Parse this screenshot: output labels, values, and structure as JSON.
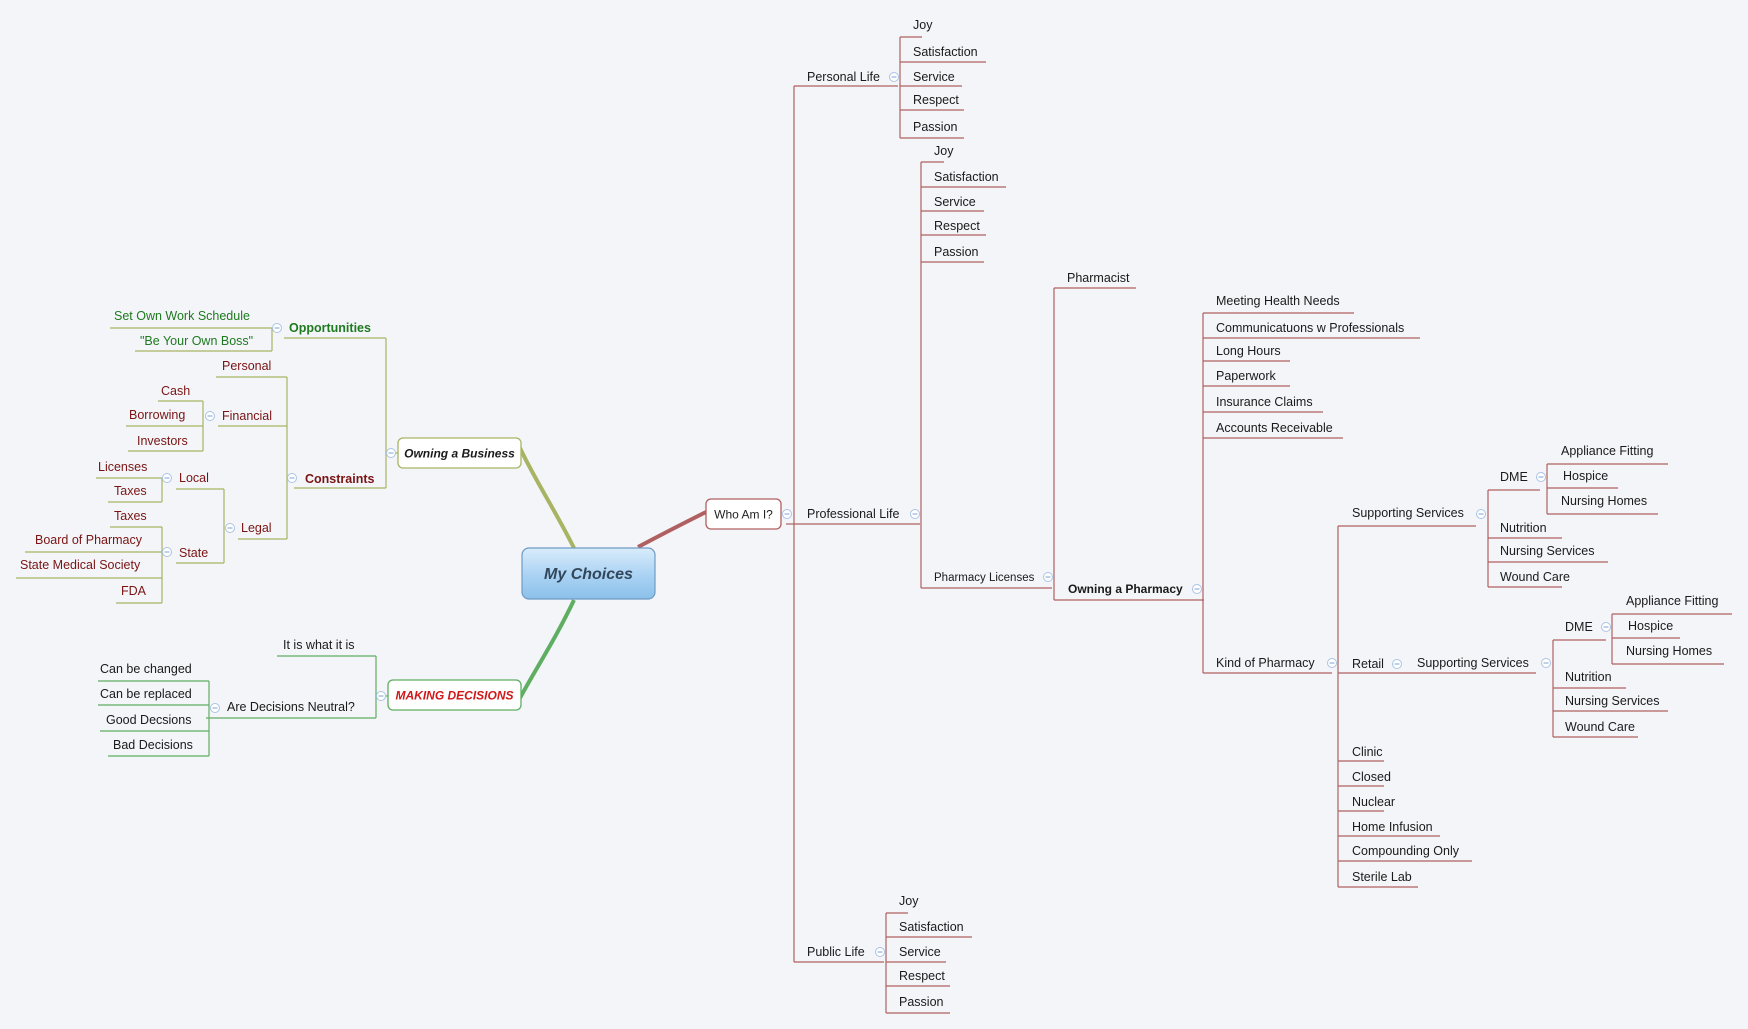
{
  "central_topic": "My Choices",
  "colors": {
    "background": "#f3f5f9",
    "left_branch_olive": "#a8b464",
    "left_branch_green": "#5fae62",
    "right_branch_red": "#b06060",
    "opportunity_text": "#1f7a1f",
    "constraint_text": "#7a1414",
    "decision_title": "#d01818"
  },
  "owning_business": {
    "title": "Owning a Business",
    "opportunities": {
      "label": "Opportunities",
      "items": [
        "Set Own Work Schedule",
        "\"Be Your Own Boss\""
      ]
    },
    "constraints": {
      "label": "Constraints",
      "personal": "Personal",
      "financial": {
        "label": "Financial",
        "items": [
          "Cash",
          "Borrowing",
          "Investors"
        ]
      },
      "legal": {
        "label": "Legal",
        "local": {
          "label": "Local",
          "items": [
            "Licenses",
            "Taxes"
          ]
        },
        "state": {
          "label": "State",
          "items": [
            "Taxes",
            "Board of Pharmacy",
            "State Medical Society"
          ]
        },
        "fda": "FDA"
      }
    }
  },
  "making_decisions": {
    "title": "MAKING DECISIONS",
    "it_is": "It is what it is",
    "neutral": {
      "label": "Are Decisions Neutral?",
      "items": [
        "Can be changed",
        "Can be replaced",
        "Good Decsions",
        "Bad Decisions"
      ]
    }
  },
  "who_am_i": {
    "title": "Who Am I?",
    "personal_life": {
      "label": "Personal Life",
      "items": [
        "Joy",
        "Satisfaction",
        "Service",
        "Respect",
        "Passion"
      ]
    },
    "professional_life": {
      "label": "Professional Life",
      "items": [
        "Joy",
        "Satisfaction",
        "Service",
        "Respect",
        "Passion"
      ],
      "pharmacy_licenses": {
        "label": "Pharmacy Licenses",
        "pharmacist": "Pharmacist",
        "owning_pharmacy": {
          "label": "Owning a Pharmacy",
          "items": [
            "Meeting Health Needs",
            "Communicatuons w Professionals",
            "Long Hours",
            "Paperwork",
            "Insurance Claims",
            "Accounts Receivable"
          ],
          "kind": {
            "label": "Kind of Pharmacy",
            "supporting": {
              "label": "Supporting Services",
              "dme": {
                "label": "DME",
                "items": [
                  "Appliance Fitting",
                  "Hospice",
                  "Nursing Homes"
                ]
              },
              "items": [
                "Nutrition",
                "Nursing Services",
                "Wound Care"
              ]
            },
            "retail": {
              "label": "Retail",
              "supporting": {
                "label": "Supporting Services",
                "dme": {
                  "label": "DME",
                  "items": [
                    "Appliance Fitting",
                    "Hospice",
                    "Nursing Homes"
                  ]
                },
                "items": [
                  "Nutrition",
                  "Nursing Services",
                  "Wound Care"
                ]
              }
            },
            "others": [
              "Clinic",
              "Closed",
              "Nuclear",
              "Home Infusion",
              "Compounding Only",
              "Sterile Lab"
            ]
          }
        }
      }
    },
    "public_life": {
      "label": "Public Life",
      "items": [
        "Joy",
        "Satisfaction",
        "Service",
        "Respect",
        "Passion"
      ]
    }
  }
}
